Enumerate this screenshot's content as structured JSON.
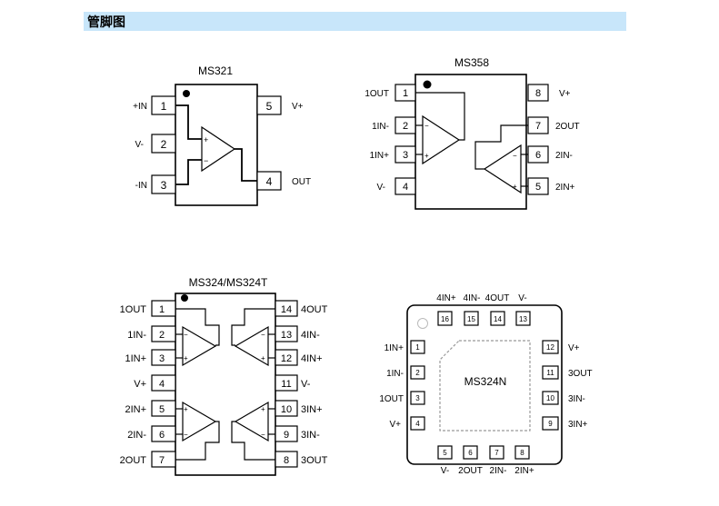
{
  "header": {
    "title": "管脚图"
  },
  "ms321": {
    "title": "MS321",
    "pins": [
      {
        "num": "1",
        "label": "+IN"
      },
      {
        "num": "2",
        "label": "V-"
      },
      {
        "num": "3",
        "label": "-IN"
      },
      {
        "num": "4",
        "label": "OUT"
      },
      {
        "num": "5",
        "label": "V+"
      }
    ]
  },
  "ms358": {
    "title": "MS358",
    "pins": [
      {
        "num": "1",
        "label": "1OUT"
      },
      {
        "num": "2",
        "label": "1IN-"
      },
      {
        "num": "3",
        "label": "1IN+"
      },
      {
        "num": "4",
        "label": "V-"
      },
      {
        "num": "5",
        "label": "2IN+"
      },
      {
        "num": "6",
        "label": "2IN-"
      },
      {
        "num": "7",
        "label": "2OUT"
      },
      {
        "num": "8",
        "label": "V+"
      }
    ]
  },
  "ms324": {
    "title": "MS324/MS324T",
    "pins": [
      {
        "num": "1",
        "label": "1OUT"
      },
      {
        "num": "2",
        "label": "1IN-"
      },
      {
        "num": "3",
        "label": "1IN+"
      },
      {
        "num": "4",
        "label": "V+"
      },
      {
        "num": "5",
        "label": "2IN+"
      },
      {
        "num": "6",
        "label": "2IN-"
      },
      {
        "num": "7",
        "label": "2OUT"
      },
      {
        "num": "8",
        "label": "3OUT"
      },
      {
        "num": "9",
        "label": "3IN-"
      },
      {
        "num": "10",
        "label": "3IN+"
      },
      {
        "num": "11",
        "label": "V-"
      },
      {
        "num": "12",
        "label": "4IN+"
      },
      {
        "num": "13",
        "label": "4IN-"
      },
      {
        "num": "14",
        "label": "4OUT"
      }
    ]
  },
  "ms324n": {
    "title": "MS324N",
    "pins": [
      {
        "num": "1",
        "label": "1IN+"
      },
      {
        "num": "2",
        "label": "1IN-"
      },
      {
        "num": "3",
        "label": "1OUT"
      },
      {
        "num": "4",
        "label": "V+"
      },
      {
        "num": "5",
        "label": "V-"
      },
      {
        "num": "6",
        "label": "2OUT"
      },
      {
        "num": "7",
        "label": "2IN-"
      },
      {
        "num": "8",
        "label": "2IN+"
      },
      {
        "num": "9",
        "label": "3IN+"
      },
      {
        "num": "10",
        "label": "3IN-"
      },
      {
        "num": "11",
        "label": "3OUT"
      },
      {
        "num": "12",
        "label": "V+"
      },
      {
        "num": "13",
        "label": "V-"
      },
      {
        "num": "14",
        "label": "4OUT"
      },
      {
        "num": "15",
        "label": "4IN-"
      },
      {
        "num": "16",
        "label": "4IN+"
      }
    ]
  },
  "symbols": {
    "plus": "+",
    "minus": "−"
  }
}
